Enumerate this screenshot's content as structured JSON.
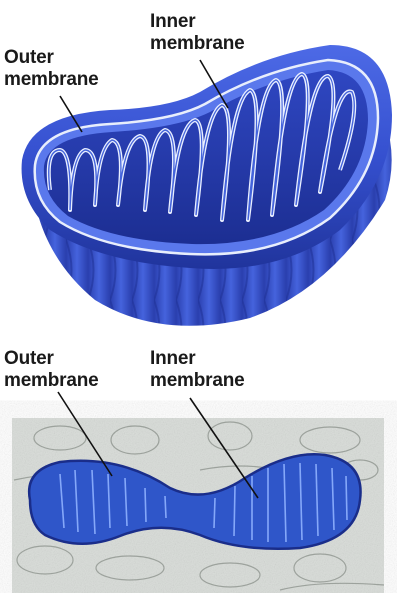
{
  "top_diagram": {
    "outer_label": [
      "Outer",
      "membrane"
    ],
    "inner_label": [
      "Inner",
      "membrane"
    ]
  },
  "micrograph": {
    "outer_label": [
      "Outer",
      "membrane"
    ],
    "inner_label": [
      "Inner",
      "membrane"
    ]
  },
  "colors": {
    "membrane_blue": "#3a5ad6",
    "dark_blue": "#1a2d8a",
    "light_blue": "#6b87f0",
    "micrograph_bg": "#d8dcd8",
    "stain_blue": "#2f56c9"
  }
}
